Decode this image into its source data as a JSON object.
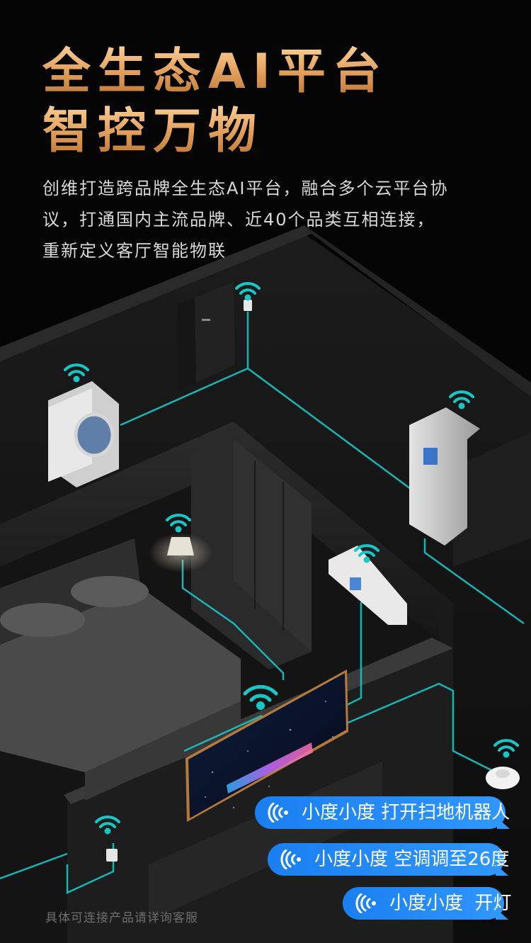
{
  "headline": {
    "line1": "全生态AI平台",
    "line2": "智控万物"
  },
  "description": {
    "lines": [
      "创维打造跨品牌全生态AI平台，融合多个云平台协",
      "议，打通国内主流品牌、近40个品类互相连接，",
      "重新定义客厅智能物联"
    ]
  },
  "voice_commands": [
    "小度小度 打开扫地机器人",
    "小度小度 空调调至26度",
    "小度小度  开灯"
  ],
  "footnote": "具体可连接产品请详询客服",
  "colors": {
    "headline_gold": "#e6a460",
    "connection_line": "#17c6c6",
    "bubble_blue": "#2f97ff"
  },
  "icons": [
    "wifi-icon",
    "voice-wave-icon"
  ]
}
